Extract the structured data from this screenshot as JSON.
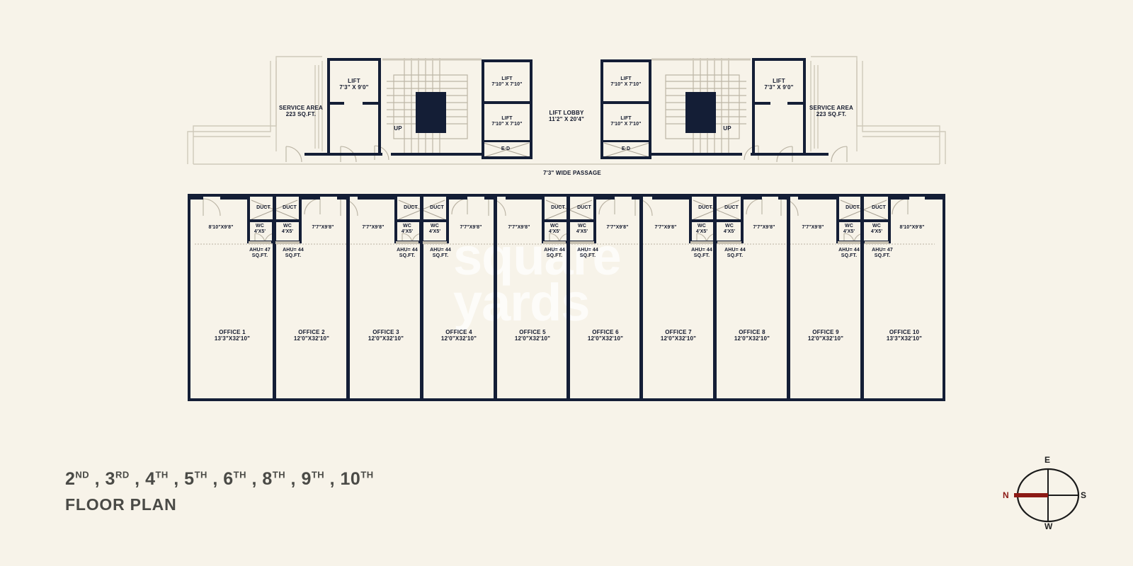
{
  "meta": {
    "background_color": "#f7f3e9",
    "wall_color": "#141e36",
    "thin_wall_color": "#cfc9ba",
    "accent_color": "#8c1a15",
    "watermark_line1": "square",
    "watermark_line2": "yards"
  },
  "title": {
    "floors": "2ND , 3RD , 4TH , 5TH , 6TH , 8TH , 9TH , 10TH",
    "floor_parts": [
      {
        "num": "2",
        "suffix": "ND"
      },
      {
        "num": "3",
        "suffix": "RD"
      },
      {
        "num": "4",
        "suffix": "TH"
      },
      {
        "num": "5",
        "suffix": "TH"
      },
      {
        "num": "6",
        "suffix": "TH"
      },
      {
        "num": "8",
        "suffix": "TH"
      },
      {
        "num": "9",
        "suffix": "TH"
      },
      {
        "num": "10",
        "suffix": "TH"
      }
    ],
    "subtitle": "FLOOR PLAN"
  },
  "compass": {
    "north": "N",
    "east": "E",
    "south": "S",
    "west": "W",
    "needle_color": "#8c1a15"
  },
  "core": {
    "service_area_left": {
      "name": "SERVICE  AREA",
      "area": "223 SQ.FT."
    },
    "service_area_right": {
      "name": "SERVICE  AREA",
      "area": "223 SQ.FT."
    },
    "lift_outer_left": {
      "name": "LIFT",
      "size": "7'3\" X 9'0\""
    },
    "lift_outer_right": {
      "name": "LIFT",
      "size": "7'3\" X 9'0\""
    },
    "lifts_inner": [
      {
        "name": "LIFT",
        "size": "7'10\" X 7'10\""
      },
      {
        "name": "LIFT",
        "size": "7'10\" X 7'10\""
      },
      {
        "name": "LIFT",
        "size": "7'10\" X 7'10\""
      },
      {
        "name": "LIFT",
        "size": "7'10\" X 7'10\""
      }
    ],
    "lift_lobby": {
      "name": "LIFT  LOBBY",
      "size": "11'2\" X 20'4\""
    },
    "electrical_duct_left": "E·D",
    "electrical_duct_right": "E·D",
    "stair_up_left": "UP",
    "stair_up_right": "UP",
    "passage": "7'3\" WIDE PASSAGE"
  },
  "entry_row": {
    "duct_label": "DUCT",
    "wc_label": "WC",
    "wc_size": "4'X5'",
    "lobbies": [
      "8'10\"X9'8\"",
      "7'7\"X9'8\"",
      "7'7\"X9'8\"",
      "7'7\"X9'8\"",
      "7'7\"X9'8\"",
      "7'7\"X9'8\"",
      "7'7\"X9'8\"",
      "7'7\"X9'8\"",
      "7'7\"X9'8\"",
      "8'10\"X9'8\""
    ],
    "ahu": [
      "AHU= 47\nSQ.FT.",
      "AHU= 44\nSQ.FT.",
      "AHU= 44\nSQ.FT.",
      "AHU= 44\nSQ.FT.",
      "AHU= 44\nSQ.FT.",
      "AHU= 44\nSQ.FT.",
      "AHU= 44\nSQ.FT.",
      "AHU= 44\nSQ.FT.",
      "AHU= 44\nSQ.FT.",
      "AHU= 47\nSQ.FT."
    ],
    "ahu_values": [
      {
        "label": "AHU= 47",
        "unit": "SQ.FT."
      },
      {
        "label": "AHU= 44",
        "unit": "SQ.FT."
      },
      {
        "label": "AHU= 44",
        "unit": "SQ.FT."
      },
      {
        "label": "AHU= 44",
        "unit": "SQ.FT."
      },
      {
        "label": "AHU= 44",
        "unit": "SQ.FT."
      },
      {
        "label": "AHU= 44",
        "unit": "SQ.FT."
      },
      {
        "label": "AHU= 44",
        "unit": "SQ.FT."
      },
      {
        "label": "AHU= 44",
        "unit": "SQ.FT."
      },
      {
        "label": "AHU= 44",
        "unit": "SQ.FT."
      },
      {
        "label": "AHU= 47",
        "unit": "SQ.FT."
      }
    ]
  },
  "offices": [
    {
      "name": "OFFICE 1",
      "size": "13'3\"X32'10\""
    },
    {
      "name": "OFFICE 2",
      "size": "12'0\"X32'10\""
    },
    {
      "name": "OFFICE 3",
      "size": "12'0\"X32'10\""
    },
    {
      "name": "OFFICE 4",
      "size": "12'0\"X32'10\""
    },
    {
      "name": "OFFICE 5",
      "size": "12'0\"X32'10\""
    },
    {
      "name": "OFFICE 6",
      "size": "12'0\"X32'10\""
    },
    {
      "name": "OFFICE 7",
      "size": "12'0\"X32'10\""
    },
    {
      "name": "OFFICE 8",
      "size": "12'0\"X32'10\""
    },
    {
      "name": "OFFICE 9",
      "size": "12'0\"X32'10\""
    },
    {
      "name": "OFFICE 10",
      "size": "13'3\"X32'10\""
    }
  ]
}
